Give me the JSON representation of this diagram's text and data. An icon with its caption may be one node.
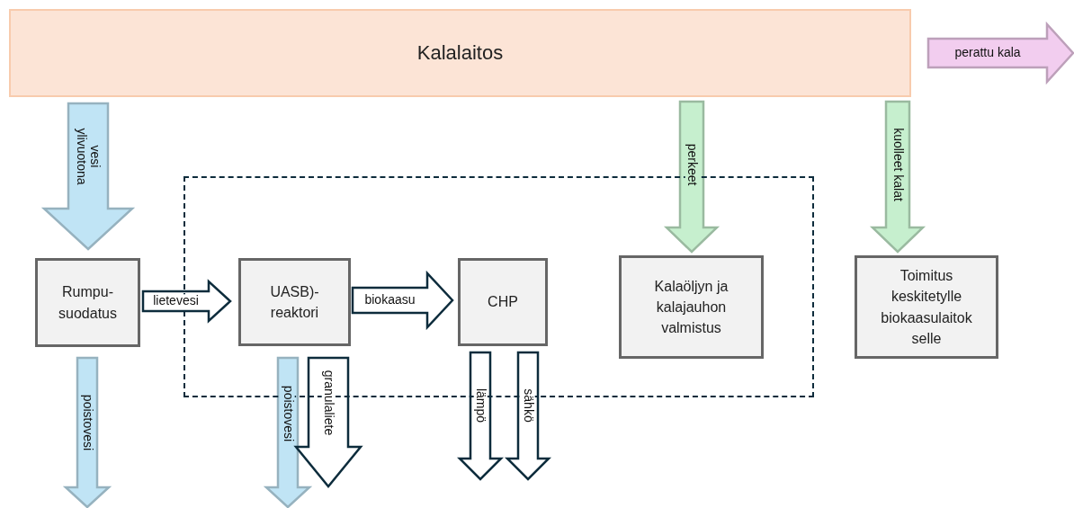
{
  "diagram": {
    "nodes": [
      {
        "text": [
          "Kalalaitos"
        ]
      },
      {
        "text": [],
        "shape": "box"
      },
      {
        "text": [
          "Rumpu- suodatus"
        ]
      },
      {
        "text": [
          "UASB)- reaktori"
        ],
        "in": 1
      },
      {
        "text": [
          "CHP"
        ],
        "in": 1
      },
      {
        "text": [
          "Kalaöljyn ja kalajauhon valmistus"
        ],
        "in": 1
      },
      {
        "text": [
          "Toimitus keskitetylle biokaasulaitok selle"
        ]
      }
    ],
    "edges": [
      {
        "from": 0,
        "to": 2,
        "arrow": "to",
        "label": "vesi ylivuotona",
        "color": "#c0e4f5"
      },
      {
        "from": 2,
        "to": 3,
        "arrow": "to",
        "label": "lietevesi"
      },
      {
        "from": 3,
        "to": 4,
        "arrow": "to",
        "label": "biokaasu"
      },
      {
        "from": 0,
        "to": 5,
        "arrow": "to",
        "label": "perkeet",
        "color": "#c6efce"
      },
      {
        "from": 0,
        "to": 6,
        "arrow": "to",
        "label": "kuolleet kalat",
        "color": "#c6efce"
      },
      {
        "from": 0,
        "to": null,
        "arrow": "to",
        "label": "perattu kala",
        "color": "#f2cdef"
      },
      {
        "from": 2,
        "to": null,
        "arrow": "to",
        "label": "poistovesi",
        "color": "#c0e4f5"
      },
      {
        "from": 3,
        "to": null,
        "arrow": "to",
        "label": "poistovesi",
        "color": "#c0e4f5"
      },
      {
        "from": 3,
        "to": null,
        "arrow": "to",
        "label": "granulaliete"
      },
      {
        "from": 4,
        "to": null,
        "arrow": "to",
        "label": "lämpö"
      },
      {
        "from": 4,
        "to": null,
        "arrow": "to",
        "label": "sähkö"
      }
    ]
  }
}
